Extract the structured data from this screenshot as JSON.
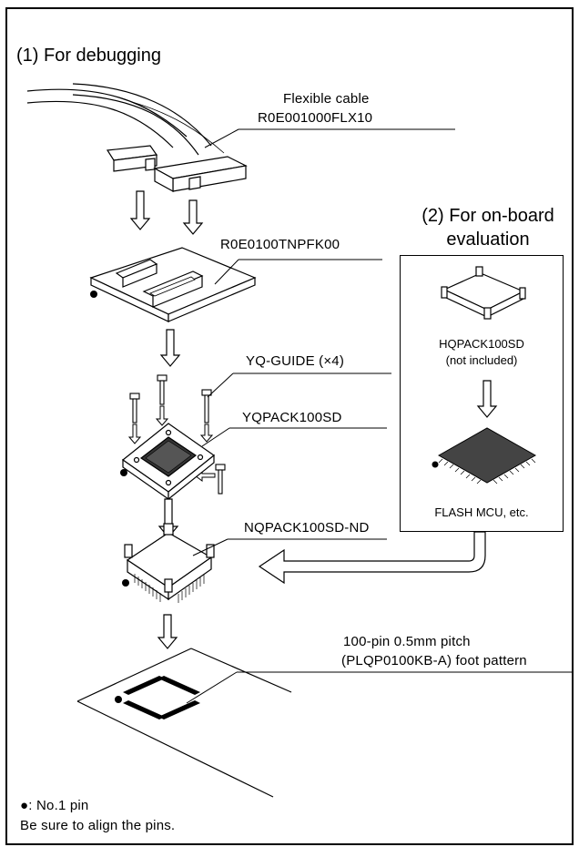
{
  "section1": {
    "title": "(1) For debugging"
  },
  "section2": {
    "title_line1": "(2) For on-board",
    "title_line2": "evaluation"
  },
  "parts": {
    "flex_cable_line1": "Flexible cable",
    "flex_cable_line2": "R0E001000FLX10",
    "tnpfk": "R0E0100TNPFK00",
    "yq_guide": "YQ-GUIDE (×4)",
    "yqpack": "YQPACK100SD",
    "nqpack": "NQPACK100SD-ND",
    "foot_line1": "100-pin 0.5mm pitch",
    "foot_line2": "(PLQP0100KB-A) foot pattern",
    "hqpack_line1": "HQPACK100SD",
    "hqpack_line2": "(not included)",
    "flash_mcu": "FLASH MCU, etc."
  },
  "notes": {
    "pin_marker": "●",
    "pin_label": ": No.1 pin",
    "align": "Be sure to align the pins."
  }
}
